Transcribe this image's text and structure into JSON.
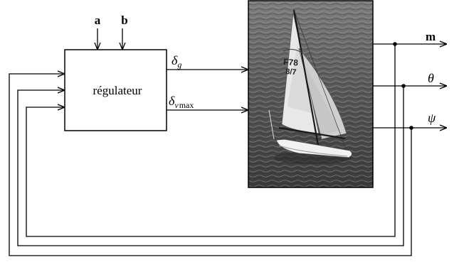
{
  "diagram": {
    "controller": {
      "label": "régulateur"
    },
    "inputs": {
      "a": "a",
      "b": "b"
    },
    "control_signals": {
      "delta_g": {
        "symbol": "δ",
        "subscript": "g"
      },
      "delta_vmax": {
        "symbol": "δ",
        "subscript_italic": "v",
        "subscript_text": "max"
      }
    },
    "outputs": {
      "m": "m",
      "theta": "θ",
      "psi": "ψ"
    },
    "plant_image": {
      "description": "",
      "sail_marking": "F78",
      "sail_marking_2": "8/7"
    }
  },
  "colors": {
    "line": "#000000",
    "background": "#ffffff",
    "water_dark": "#3d3d3d",
    "water_light": "#8a8a8a",
    "sail": "#e6e6e6"
  }
}
